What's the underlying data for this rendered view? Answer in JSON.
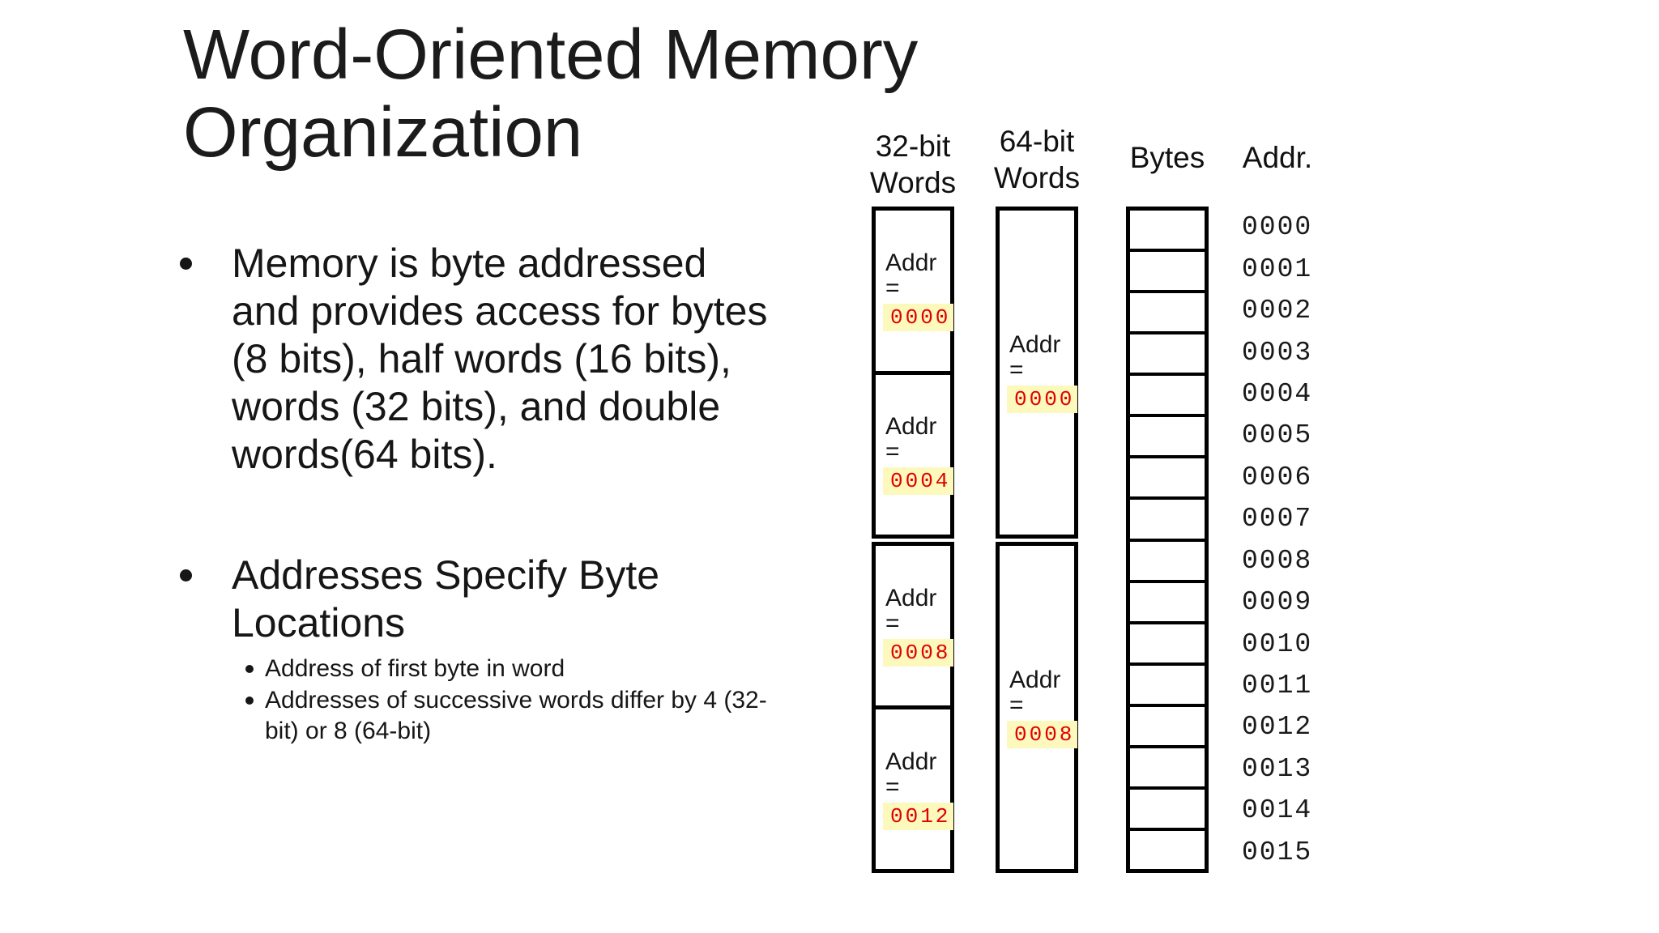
{
  "slide": {
    "title_lines": [
      "Word-Oriented Memory",
      "Organization"
    ],
    "bullet1_lines": [
      "Memory is byte addressed",
      "and provides access for bytes",
      "(8 bits), half words (16 bits),",
      "words (32 bits), and double",
      "words(64 bits)."
    ],
    "bullet2_lines": [
      "Addresses Specify Byte",
      "Locations"
    ],
    "sub_bullet1_lines": [
      "Address of first byte in word"
    ],
    "sub_bullet2_lines": [
      "Addresses of successive words differ by 4 (32-",
      "bit) or 8 (64-bit)"
    ]
  },
  "diagram": {
    "word32": {
      "header_lines": [
        "32-bit",
        "Words"
      ],
      "boxes": [
        [
          "0000",
          "0004"
        ],
        [
          "0008",
          "0012"
        ]
      ]
    },
    "word64": {
      "header_lines": [
        "64-bit",
        "Words"
      ],
      "boxes": [
        [
          "0000"
        ],
        [
          "0008"
        ]
      ]
    },
    "bytes": {
      "header": "Bytes",
      "cell_count": 16
    },
    "addr": {
      "header": "Addr.",
      "values": [
        "0000",
        "0001",
        "0002",
        "0003",
        "0004",
        "0005",
        "0006",
        "0007",
        "0008",
        "0009",
        "0010",
        "0011",
        "0012",
        "0013",
        "0014",
        "0015"
      ]
    },
    "cell_label": "Addr",
    "cell_eq": "=",
    "colors": {
      "highlight": "#fdf9bd",
      "value_text": "#e00000",
      "line": "#000000"
    }
  }
}
